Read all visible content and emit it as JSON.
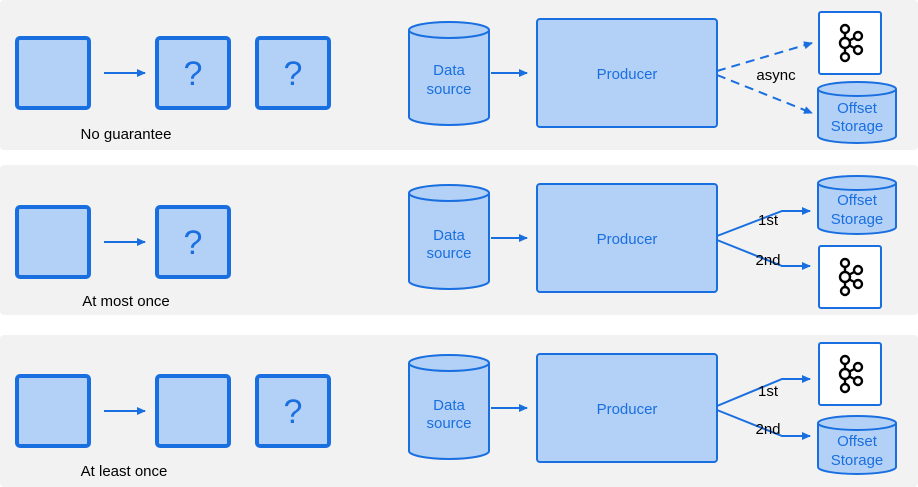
{
  "panels": [
    {
      "caption": "No guarantee",
      "chain": [
        "",
        "?",
        "?"
      ],
      "data_source": [
        "Data",
        "source"
      ],
      "producer": "Producer",
      "edge_label": "async",
      "targets": [
        {
          "kind": "kafka-icon"
        },
        {
          "kind": "offset-storage",
          "text": [
            "Offset",
            "Storage"
          ]
        }
      ]
    },
    {
      "caption": "At most once",
      "chain": [
        "",
        "?"
      ],
      "data_source": [
        "Data",
        "source"
      ],
      "producer": "Producer",
      "targets": [
        {
          "kind": "offset-storage",
          "text": [
            "Offset",
            "Storage"
          ],
          "order": "1st"
        },
        {
          "kind": "kafka-icon",
          "order": "2nd"
        }
      ]
    },
    {
      "caption": "At least once",
      "chain": [
        "",
        "",
        "?"
      ],
      "data_source": [
        "Data",
        "source"
      ],
      "producer": "Producer",
      "targets": [
        {
          "kind": "kafka-icon",
          "order": "1st"
        },
        {
          "kind": "offset-storage",
          "text": [
            "Offset",
            "Storage"
          ],
          "order": "2nd"
        }
      ]
    }
  ],
  "colors": {
    "panel_bg": "#f2f2f2",
    "fill": "#b3d1f7",
    "stroke": "#1a6fe0",
    "text": "#1a6fe0",
    "black": "#000000"
  }
}
